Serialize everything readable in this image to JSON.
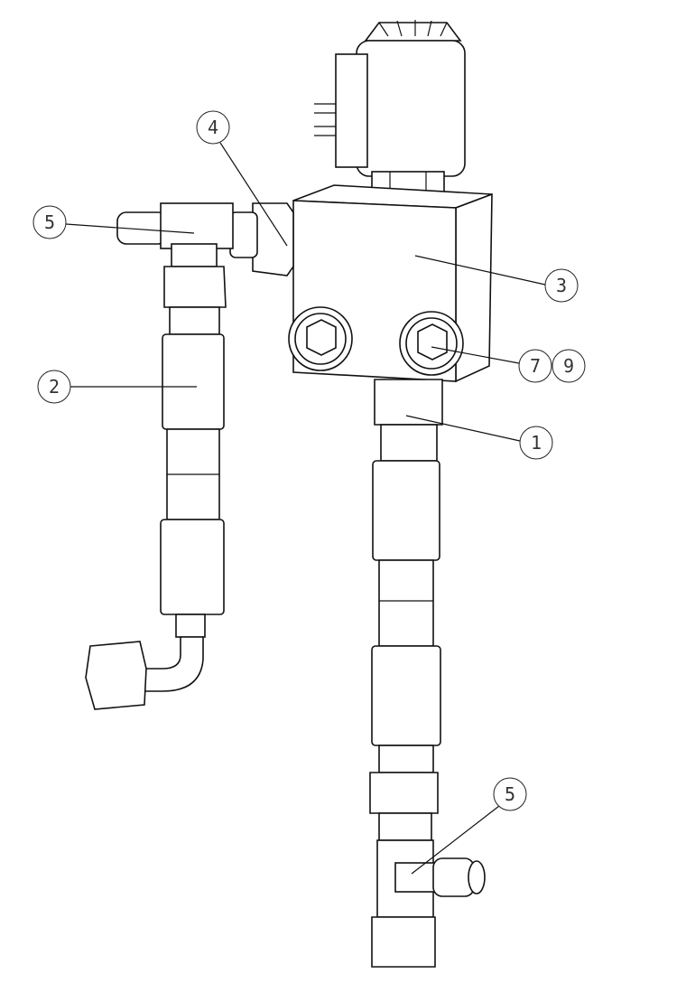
{
  "drawing": {
    "balloons": [
      {
        "id": "b4",
        "label": "4"
      },
      {
        "id": "b5a",
        "label": "5"
      },
      {
        "id": "b3",
        "label": "3"
      },
      {
        "id": "b2",
        "label": "2"
      },
      {
        "id": "b7",
        "label": "7"
      },
      {
        "id": "b9",
        "label": "9"
      },
      {
        "id": "b1",
        "label": "1"
      },
      {
        "id": "b5b",
        "label": "5"
      }
    ]
  }
}
